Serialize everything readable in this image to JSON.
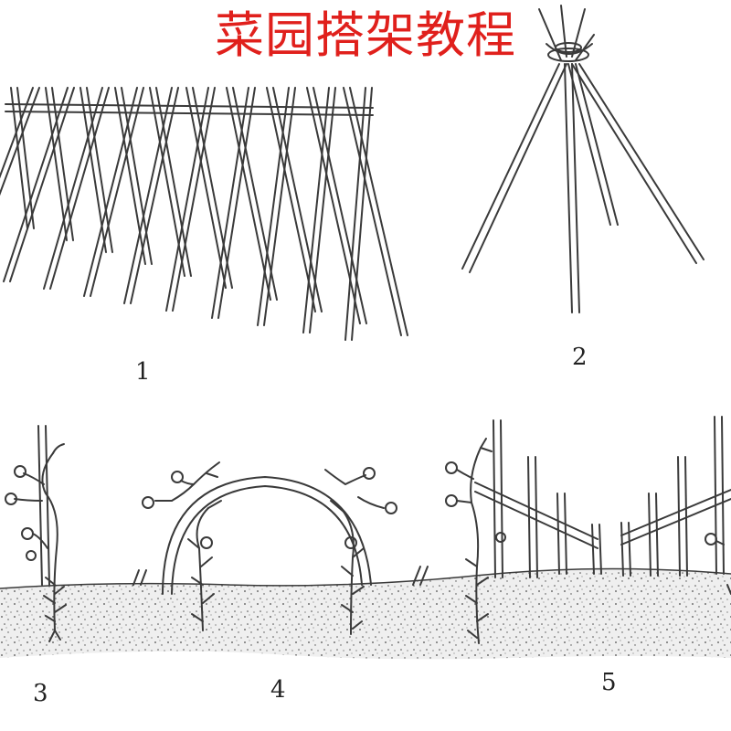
{
  "title": "菜园搭架教程",
  "colors": {
    "title": "#e0201c",
    "ink": "#3a3a3a",
    "soil": "#e8e8e8",
    "soil_dots": "#4a4a4a"
  },
  "figures": [
    {
      "label": "1"
    },
    {
      "label": "2"
    },
    {
      "label": "3"
    },
    {
      "label": "4"
    },
    {
      "label": "5"
    }
  ]
}
